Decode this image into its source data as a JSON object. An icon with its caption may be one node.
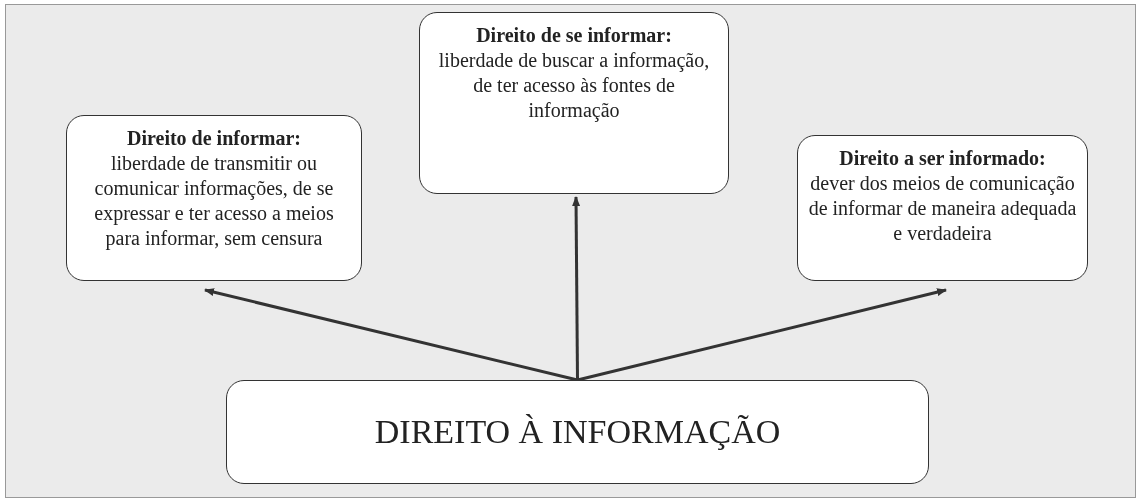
{
  "diagram": {
    "nodes": [
      {
        "text": [
          "Direito de informar:",
          "liberdade de transmitir ou comunicar informações, de se expressar e ter acesso a meios para informar, sem censura"
        ]
      },
      {
        "text": [
          "Direito de se informar:",
          "liberdade de buscar a informação, de ter acesso às fontes de informação"
        ]
      },
      {
        "text": [
          "Direito a ser informado:",
          "dever dos meios de comunicação de informar de maneira adequada e verdadeira"
        ]
      },
      {
        "text": [
          "DIREITO À INFORMAÇÃO"
        ]
      }
    ],
    "edges": [
      {
        "from": 3,
        "to": 0,
        "arrow": "to"
      },
      {
        "from": 3,
        "to": 1,
        "arrow": "to"
      },
      {
        "from": 3,
        "to": 2,
        "arrow": "to"
      }
    ]
  }
}
